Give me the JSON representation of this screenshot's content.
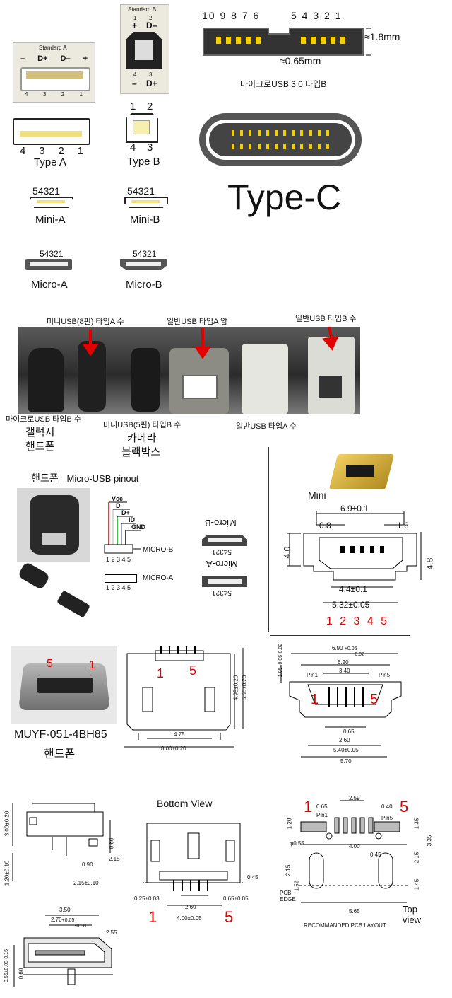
{
  "connectors": {
    "standard_a": {
      "title": "Standard A",
      "pins_top": [
        "–",
        "D+",
        "D–",
        "+"
      ],
      "pins_bottom": [
        "4",
        "3",
        "2",
        "1"
      ]
    },
    "standard_b": {
      "title": "Standard B",
      "top_nums": [
        "1",
        "2"
      ],
      "top_signs": [
        "+",
        "D–"
      ],
      "bottom_nums": [
        "4",
        "3"
      ],
      "bottom_signs": [
        "–",
        "D+"
      ]
    },
    "micro_usb3": {
      "pins_left": "10 9 8 7 6",
      "pins_right": "5 4 3 2 1",
      "height": "≈1.8mm",
      "pitch": "≈0.65mm",
      "caption": "마이크로USB 3.0 타입B"
    },
    "type_a": {
      "pins": [
        "4",
        "3",
        "2",
        "1"
      ],
      "caption": "Type A"
    },
    "type_b": {
      "top": [
        "1",
        "2"
      ],
      "bottom": [
        "4",
        "3"
      ],
      "caption": "Type B"
    },
    "type_c": {
      "caption": "Type-C"
    },
    "mini_a": {
      "pins": "54321",
      "caption": "Mini-A"
    },
    "mini_b": {
      "pins": "54321",
      "caption": "Mini-B"
    },
    "micro_a": {
      "pins": "54321",
      "caption": "Micro-A"
    },
    "micro_b": {
      "pins": "54321",
      "caption": "Micro-B"
    }
  },
  "photo_labels": {
    "mini8_male": "미니USB(8핀) 타입A 수",
    "std_a_female": "일반USB 타입A 암",
    "std_b_male": "일반USB 타입B 수",
    "micro_b_male": "마이크로USB 타입B 수",
    "galaxy": "갤럭시",
    "handphone": "핸드폰",
    "mini5_male": "미니USB(5핀) 타입B 수",
    "camera": "카메라",
    "blackbox": "블랙박스",
    "std_a_male": "일반USB 타입A 수"
  },
  "pinout": {
    "title_ko": "핸드폰",
    "title_en": "Micro-USB pinout",
    "signals": [
      "Vcc",
      "D-",
      "D+",
      "ID",
      "GND"
    ],
    "micro_b_label": "MICRO-B",
    "micro_a_label": "MICRO-A",
    "pin_nums": "1 2 3 4 5",
    "micro_b_caption": "Micro-B",
    "micro_a_caption": "Micro-A",
    "pins_mirrored": "54321"
  },
  "mini_drawing": {
    "caption": "Mini",
    "width": "6.9±0.1",
    "left": "0.8",
    "right": "1.6",
    "height_left": "4.0",
    "height_right": "4.8",
    "inner": "4.4±0.1",
    "bottom": "5.32±0.05",
    "pins": [
      "1",
      "2",
      "3",
      "4",
      "5"
    ]
  },
  "micro_part": {
    "part_no": "MUYF-051-4BH85",
    "subtitle": "핸드폰",
    "photo_pin5": "5",
    "photo_pin1": "1",
    "front_pin1": "1",
    "front_pin5": "5",
    "dim_475": "4.75",
    "dim_800": "8.00±0.20",
    "dim_495": "4.95±0.20",
    "dim_555": "5.55±0.20"
  },
  "top_drawing": {
    "w690": "6.90",
    "tol_plus": "+0.06",
    "tol_minus": "-0.02",
    "w620": "6.20",
    "w340": "3.40",
    "pin1": "Pin1",
    "pin5": "Pin5",
    "d065": "0.65",
    "w260": "2.60",
    "w540": "5.40±0.05",
    "w570": "5.70",
    "h185": "1.85",
    "h_plus": "+0.06",
    "h_minus": "-0.02",
    "n1": "1",
    "n5": "5"
  },
  "side_drawing": {
    "h300": "3.00±0.20",
    "h120": "1.20±0.10",
    "d090": "0.90",
    "d215a": "2.15",
    "d215b": "2.15±0.10",
    "d060": "0.60"
  },
  "bottom_view": {
    "title": "Bottom View",
    "d045": "0.45",
    "d025": "0.25±0.03",
    "d260": "2.60",
    "d065": "0.65±0.05",
    "d400": "4.00±0.05",
    "n1": "1",
    "n5": "5"
  },
  "pcb": {
    "d259": "2.59",
    "d065": "0.65",
    "d040": "0.40",
    "pin1": "Pin1",
    "pin5": "Pin5",
    "d120": "1.20",
    "d135": "1.35",
    "d335": "3.35",
    "d055": "φ0.55",
    "d400": "4.00",
    "d045": "0.45",
    "d215a": "2.15",
    "d215b": "2.15",
    "d156": "1.56",
    "d145": "1.45",
    "d565": "5.65",
    "edge1": "PCB",
    "edge2": "EDGE",
    "caption": "RECOMMANDED PCB LAYOUT",
    "top": "Top",
    "view": "view",
    "n1": "1",
    "n5": "5"
  },
  "section": {
    "d350": "3.50",
    "d270": "2.70",
    "d270_plus": "+0.05",
    "d270_minus": "-0.08",
    "d255": "2.55",
    "d055": "0.55±0.00",
    "d015": "-0.15",
    "d060": "0.60"
  }
}
